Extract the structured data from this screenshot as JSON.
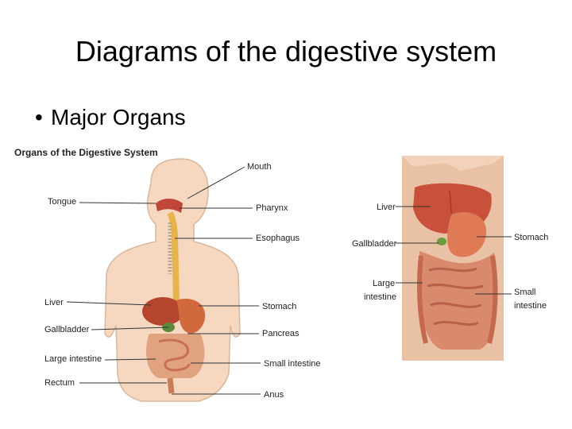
{
  "slide": {
    "title": "Diagrams of the digestive system",
    "bullet": "Major Organs"
  },
  "left_diagram": {
    "heading": "Organs of the Digestive System",
    "labels": {
      "mouth": "Mouth",
      "tongue": "Tongue",
      "pharynx": "Pharynx",
      "esophagus": "Esophagus",
      "liver": "Liver",
      "stomach": "Stomach",
      "gallbladder": "Gallbladder",
      "pancreas": "Pancreas",
      "large_intestine": "Large intestine",
      "small_intestine": "Small intestine",
      "rectum": "Rectum",
      "anus": "Anus"
    }
  },
  "right_diagram": {
    "labels": {
      "liver": "Liver",
      "gallbladder": "Gallbladder",
      "large_intestine_line1": "Large",
      "large_intestine_line2": "intestine",
      "stomach": "Stomach",
      "small_intestine_line1": "Small",
      "small_intestine_line2": "intestine"
    }
  },
  "colors": {
    "skin": "#f6d8c0",
    "skin_edge": "#d9b79c",
    "tract": "#e8b34a",
    "liver": "#b5452f",
    "stomach": "#d06a3c",
    "intestine": "#d98a6c",
    "torso": "#e9c2a6",
    "torso_organ": "#c9503a"
  }
}
